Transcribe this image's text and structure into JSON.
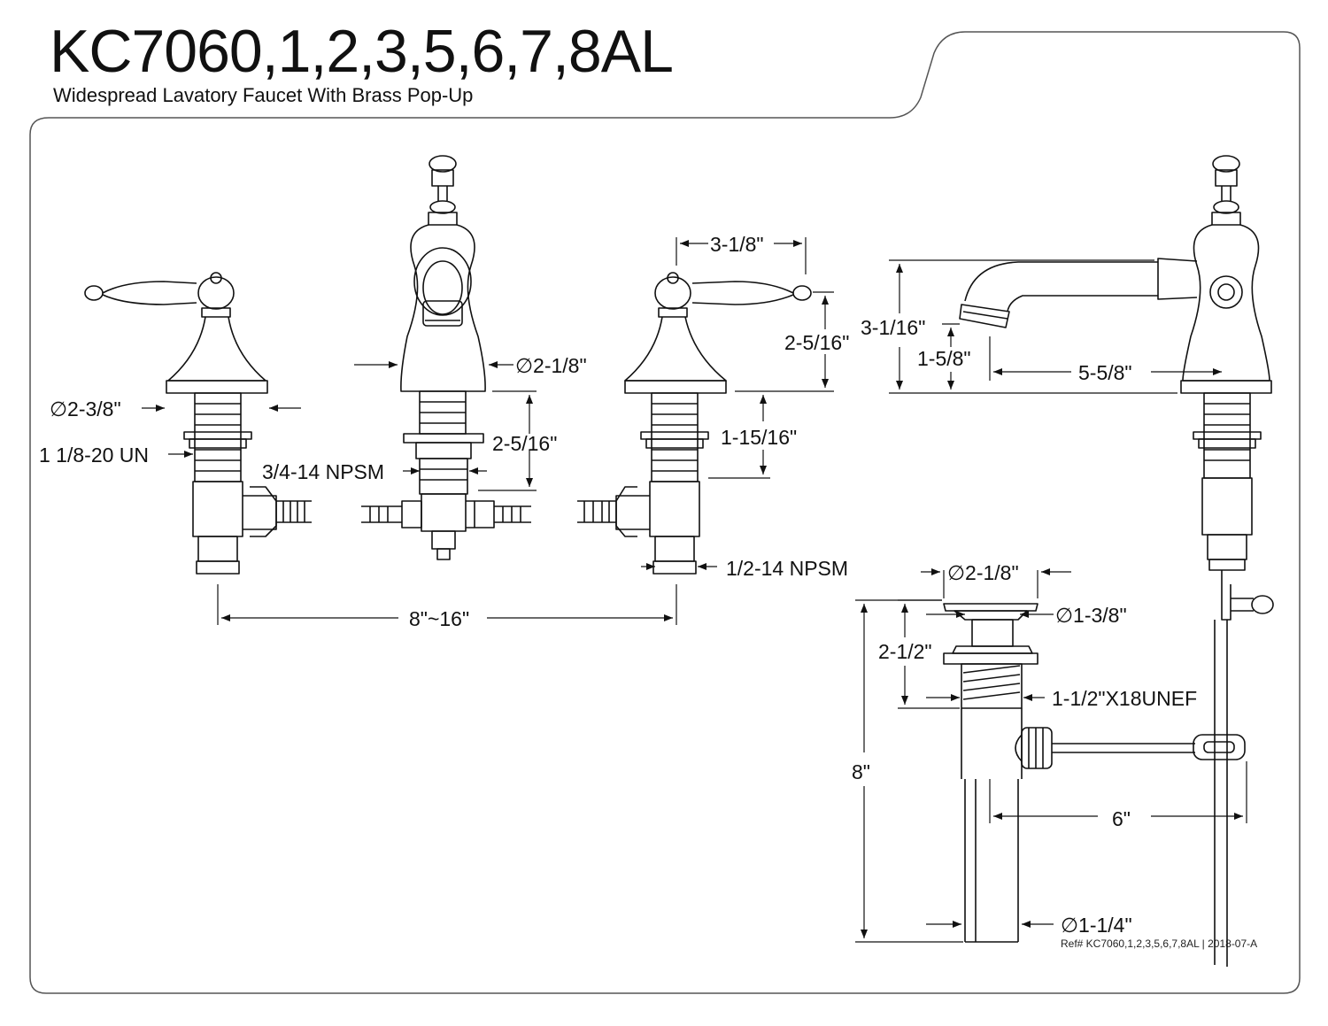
{
  "header": {
    "title": "KC7060,1,2,3,5,6,7,8AL",
    "subtitle": "Widespread Lavatory Faucet With Brass Pop-Up"
  },
  "dimensions": {
    "handle_base_dia": "∅2-3/8\"",
    "handle_thread": "1 1/8-20 UN",
    "spout_base_dia": "∅2-1/8\"",
    "spout_shank": "2-5/16\"",
    "spout_thread": "3/4-14 NPSM",
    "handle_width": "3-1/8\"",
    "handle_height": "2-5/16\"",
    "handle_shank": "1-15/16\"",
    "supply_thread": "1/2-14 NPSM",
    "spread": "8\"~16\"",
    "spout_height": "3-1/16\"",
    "aerator_height": "1-5/8\"",
    "spout_reach": "5-5/8\"",
    "drain_flange_dia": "∅2-1/8\"",
    "drain_body_dia": "∅1-3/8\"",
    "drain_flange_height": "2-1/2\"",
    "drain_thread": "1-1/2\"X18UNEF",
    "drain_length": "8\"",
    "lift_rod_reach": "6\"",
    "tailpiece_dia": "∅1-1/4\""
  },
  "footer": {
    "ref": "Ref# KC7060,1,2,3,5,6,7,8AL | 2018-07-A"
  }
}
